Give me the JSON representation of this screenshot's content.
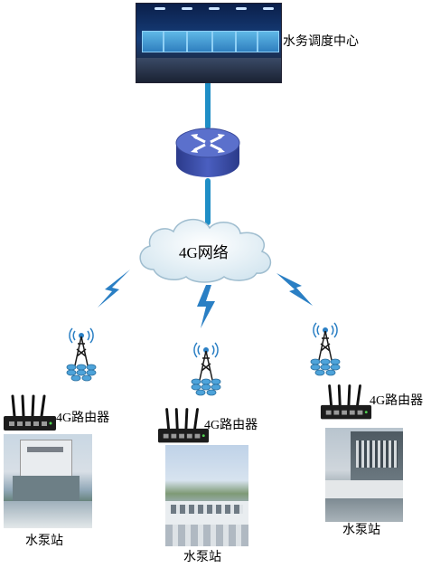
{
  "labels": {
    "control_center": "水务调度中心",
    "network": "4G网络",
    "router_left": "4G路由器",
    "router_mid": "4G路由器",
    "router_right": "4G路由器",
    "station_left": "水泵站",
    "station_mid": "水泵站",
    "station_right": "水泵站"
  },
  "colors": {
    "link": "#1f8ec6",
    "router_hub": "#3b4ea8",
    "cloud_fill": "#dcebf4",
    "signal": "#2a7fc4"
  },
  "icons": {
    "hub": "network-switch-icon",
    "tower": "cell-tower-icon",
    "signal": "lightning-signal-icon",
    "device": "4g-router-icon"
  }
}
